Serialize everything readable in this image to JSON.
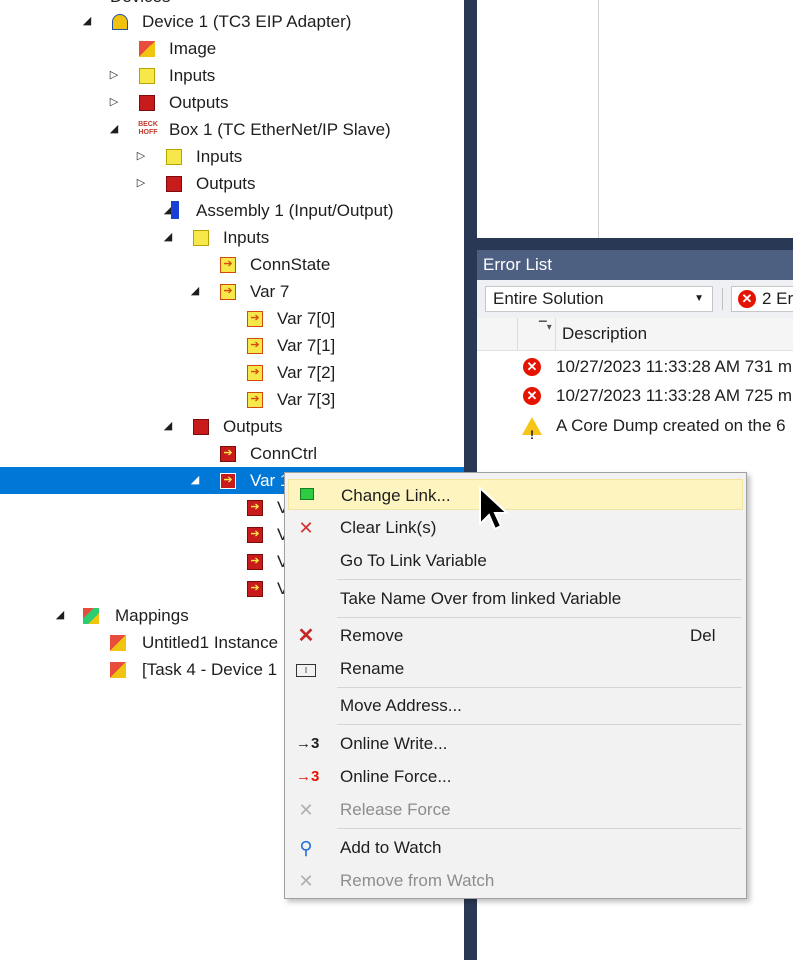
{
  "tree": {
    "partial_top_label": "Devices",
    "items": [
      {
        "label": "Device 1 (TC3 EIP Adapter)",
        "expanded": true,
        "icon": "device-icon"
      },
      {
        "label": "Image",
        "icon": "image-icon"
      },
      {
        "label": "Inputs",
        "expanded": false,
        "icon": "inputs-icon"
      },
      {
        "label": "Outputs",
        "expanded": false,
        "icon": "outputs-icon"
      },
      {
        "label": "Box 1 (TC EtherNet/IP Slave)",
        "expanded": true,
        "icon": "beckhoff-box-icon"
      },
      {
        "label": "Inputs",
        "expanded": false,
        "icon": "inputs-icon"
      },
      {
        "label": "Outputs",
        "expanded": false,
        "icon": "outputs-icon"
      },
      {
        "label": "Assembly 1 (Input/Output)",
        "expanded": true,
        "icon": "assembly-icon"
      },
      {
        "label": "Inputs",
        "expanded": true,
        "icon": "inputs-icon"
      },
      {
        "label": "ConnState",
        "icon": "input-variable-icon"
      },
      {
        "label": "Var 7",
        "expanded": true,
        "icon": "input-array-icon"
      },
      {
        "label": "Var 7[0]",
        "icon": "input-variable-icon"
      },
      {
        "label": "Var 7[1]",
        "icon": "input-variable-icon"
      },
      {
        "label": "Var 7[2]",
        "icon": "input-variable-icon"
      },
      {
        "label": "Var 7[3]",
        "icon": "input-variable-icon"
      },
      {
        "label": "Outputs",
        "expanded": true,
        "icon": "outputs-icon"
      },
      {
        "label": "ConnCtrl",
        "icon": "output-variable-icon"
      },
      {
        "label": "Var 1",
        "expanded": true,
        "selected": true,
        "icon": "output-array-icon"
      },
      {
        "label": "V",
        "icon": "output-variable-icon"
      },
      {
        "label": "V",
        "icon": "output-variable-icon"
      },
      {
        "label": "V",
        "icon": "output-variable-icon"
      },
      {
        "label": "V",
        "icon": "output-variable-icon"
      },
      {
        "label": "Mappings",
        "expanded": true,
        "icon": "mappings-icon"
      },
      {
        "label": "Untitled1 Instance",
        "icon": "mapping-icon"
      },
      {
        "label": "[Task 4 - Device 1",
        "icon": "mapping-icon"
      }
    ]
  },
  "error_list": {
    "title": "Error List",
    "scope_selected": "Entire Solution",
    "error_count_label": "2 Er",
    "column_description": "Description",
    "rows": [
      {
        "type": "error",
        "text": "10/27/2023 11:33:28 AM 731 m"
      },
      {
        "type": "error",
        "text": "10/27/2023 11:33:28 AM 725 m"
      },
      {
        "type": "warning",
        "text": "A Core Dump created on the 6"
      }
    ]
  },
  "context_menu": {
    "items": [
      {
        "label": "Change Link...",
        "icon": "change-link-icon",
        "highlighted": true
      },
      {
        "label": "Clear Link(s)",
        "icon": "clear-link-icon"
      },
      {
        "label": "Go To Link Variable",
        "icon": ""
      },
      {
        "label": "Take Name Over from linked Variable",
        "icon": ""
      },
      {
        "label": "Remove",
        "icon": "remove-icon",
        "shortcut": "Del"
      },
      {
        "label": "Rename",
        "icon": "rename-icon"
      },
      {
        "label": "Move Address...",
        "icon": ""
      },
      {
        "label": "Online Write...",
        "icon": "online-write-icon"
      },
      {
        "label": "Online Force...",
        "icon": "online-force-icon"
      },
      {
        "label": "Release Force",
        "icon": "release-force-icon",
        "disabled": true
      },
      {
        "label": "Add to Watch",
        "icon": "add-watch-icon"
      },
      {
        "label": "Remove from Watch",
        "icon": "remove-watch-icon",
        "disabled": true
      }
    ]
  },
  "colors": {
    "selection": "#0078d7",
    "dark_frame": "#293955",
    "panel_title": "#4d6082",
    "menu_highlight": "#fdf4bf",
    "error_red": "#e51400",
    "warning_yellow": "#f5c518"
  }
}
